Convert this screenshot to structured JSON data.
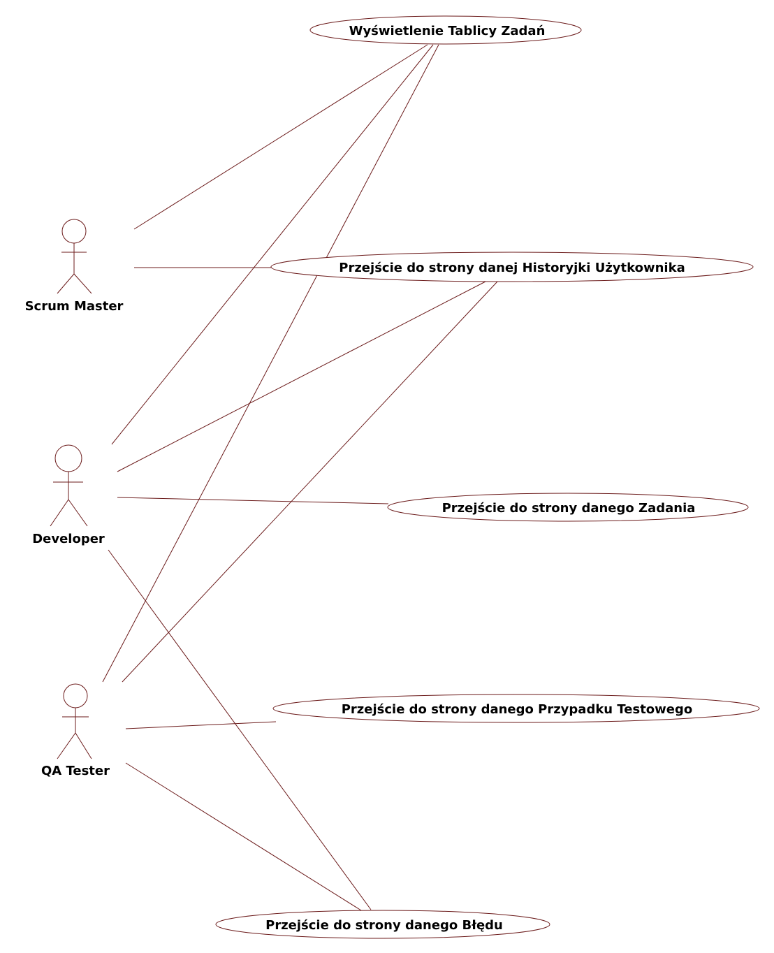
{
  "colors": {
    "line": "#6b1a1a",
    "background": "#ffffff",
    "text": "#000000"
  },
  "actors": [
    {
      "id": "scrum-master",
      "label": "Scrum Master"
    },
    {
      "id": "developer",
      "label": "Developer"
    },
    {
      "id": "qa-tester",
      "label": "QA Tester"
    }
  ],
  "use_cases": [
    {
      "id": "task-board",
      "label": "Wyświetlenie Tablicy Zadań"
    },
    {
      "id": "user-story",
      "label": "Przejście do strony danej Historyjki Użytkownika"
    },
    {
      "id": "task",
      "label": "Przejście do strony danego Zadania"
    },
    {
      "id": "test-case",
      "label": "Przejście do strony danego Przypadku Testowego"
    },
    {
      "id": "bug",
      "label": "Przejście do strony danego Błędu"
    }
  ],
  "associations": [
    {
      "actor": "scrum-master",
      "use_case": "task-board"
    },
    {
      "actor": "scrum-master",
      "use_case": "user-story"
    },
    {
      "actor": "developer",
      "use_case": "task-board"
    },
    {
      "actor": "developer",
      "use_case": "user-story"
    },
    {
      "actor": "developer",
      "use_case": "task"
    },
    {
      "actor": "developer",
      "use_case": "bug"
    },
    {
      "actor": "qa-tester",
      "use_case": "task-board"
    },
    {
      "actor": "qa-tester",
      "use_case": "user-story"
    },
    {
      "actor": "qa-tester",
      "use_case": "test-case"
    },
    {
      "actor": "qa-tester",
      "use_case": "bug"
    }
  ]
}
